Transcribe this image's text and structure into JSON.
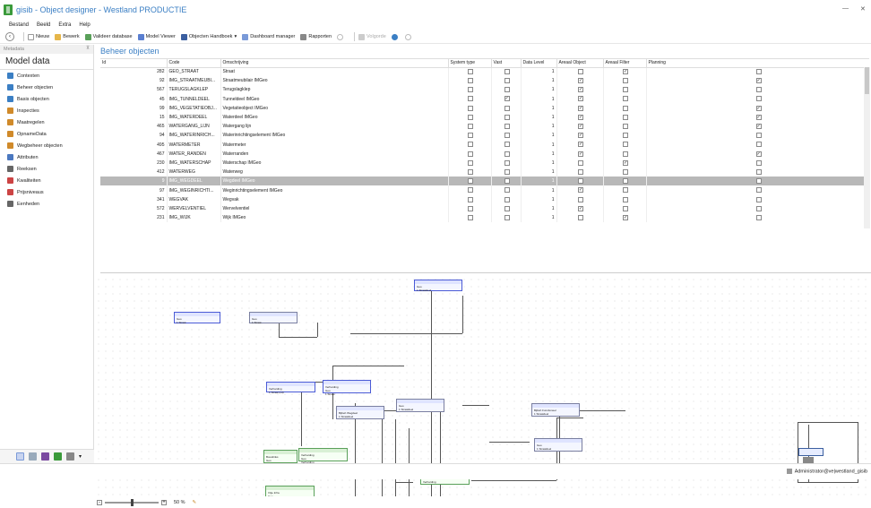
{
  "window": {
    "app_name": "gisib",
    "title": "gisib - Object designer - Westland PRODUCTIE",
    "min_icon": "minimize-icon",
    "close_icon": "close-icon"
  },
  "menu": [
    "Bestand",
    "Beeld",
    "Extra",
    "Help"
  ],
  "toolbar": {
    "back_icon": "back-arrow-icon",
    "new": "Nieuw",
    "edit": "Bewerk",
    "validate": "Valideer database",
    "model_viewer": "Model Viewer",
    "handbook": "Objecten Handboek",
    "dashboard": "Dashboard manager",
    "reports": "Rapporten",
    "next": "Volgorde"
  },
  "sidebar": {
    "header": "Metadata",
    "pin": "⊼",
    "title": "Model data",
    "items": [
      {
        "label": "Contexten",
        "icon": "context-icon",
        "color": "#3b7fc4"
      },
      {
        "label": "Beheer objecten",
        "icon": "objects-icon",
        "color": "#3b7fc4"
      },
      {
        "label": "Basis objecten",
        "icon": "base-objects-icon",
        "color": "#3b7fc4"
      },
      {
        "label": "Inspecties",
        "icon": "inspection-icon",
        "color": "#d08a2a"
      },
      {
        "label": "Maatregelen",
        "icon": "measures-icon",
        "color": "#d08a2a"
      },
      {
        "label": "OpnameData",
        "icon": "survey-icon",
        "color": "#d08a2a"
      },
      {
        "label": "Wegbeheer objecten",
        "icon": "road-objects-icon",
        "color": "#d08a2a"
      },
      {
        "label": "Attributen",
        "icon": "attributes-icon",
        "color": "#4b78c0"
      },
      {
        "label": "Reeksen",
        "icon": "series-icon",
        "color": "#666"
      },
      {
        "label": "Kwaliteiten",
        "icon": "quality-icon",
        "color": "#c44"
      },
      {
        "label": "Prijsniveaus",
        "icon": "price-icon",
        "color": "#c44"
      },
      {
        "label": "Eenheden",
        "icon": "units-icon",
        "color": "#666"
      }
    ]
  },
  "main": {
    "title": "Beheer objecten",
    "columns": [
      "Id",
      "Code",
      "Omschrijving",
      "System type",
      "Vast",
      "Data Level",
      "Areaal Object",
      "Areaal Filter",
      "Planning"
    ],
    "rows": [
      {
        "id": "282",
        "code": "GEO_STRAAT",
        "desc": "Straat",
        "sys": false,
        "vast": false,
        "lvl": "1",
        "ao": false,
        "af": true,
        "pl": false
      },
      {
        "id": "92",
        "code": "IMG_STRAATMEUBI...",
        "desc": "Straatmeubilair IMGeo",
        "sys": false,
        "vast": false,
        "lvl": "1",
        "ao": true,
        "af": false,
        "pl": true
      },
      {
        "id": "567",
        "code": "TERUGSLAGKLEP",
        "desc": "Terugslagklep",
        "sys": false,
        "vast": false,
        "lvl": "1",
        "ao": true,
        "af": false,
        "pl": false
      },
      {
        "id": "45",
        "code": "IMG_TUNNELDEEL",
        "desc": "Tunneldeel IMGeo",
        "sys": false,
        "vast": true,
        "lvl": "1",
        "ao": true,
        "af": false,
        "pl": false
      },
      {
        "id": "99",
        "code": "IMG_VEGETATIEOBJ...",
        "desc": "Vegetatieobject IMGeo",
        "sys": false,
        "vast": false,
        "lvl": "1",
        "ao": true,
        "af": false,
        "pl": true
      },
      {
        "id": "15",
        "code": "IMG_WATERDEEL",
        "desc": "Waterdeel IMGeo",
        "sys": false,
        "vast": false,
        "lvl": "1",
        "ao": true,
        "af": false,
        "pl": true
      },
      {
        "id": "465",
        "code": "WATERGANG_LIJN",
        "desc": "Watergang lijn",
        "sys": false,
        "vast": false,
        "lvl": "1",
        "ao": true,
        "af": false,
        "pl": true
      },
      {
        "id": "94",
        "code": "IMG_WATERINRICH...",
        "desc": "Waterinrichtingselement IMGeo",
        "sys": false,
        "vast": false,
        "lvl": "1",
        "ao": true,
        "af": false,
        "pl": false
      },
      {
        "id": "495",
        "code": "WATERMETER",
        "desc": "Watermeter",
        "sys": false,
        "vast": false,
        "lvl": "1",
        "ao": true,
        "af": false,
        "pl": false
      },
      {
        "id": "467",
        "code": "WATER_RANDEN",
        "desc": "Waterranden",
        "sys": false,
        "vast": false,
        "lvl": "1",
        "ao": true,
        "af": false,
        "pl": true
      },
      {
        "id": "230",
        "code": "IMG_WATERSCHAP",
        "desc": "Waterschap IMGeo",
        "sys": false,
        "vast": false,
        "lvl": "1",
        "ao": false,
        "af": true,
        "pl": false
      },
      {
        "id": "412",
        "code": "WATERWEG",
        "desc": "Waterweg",
        "sys": false,
        "vast": false,
        "lvl": "1",
        "ao": false,
        "af": false,
        "pl": false
      },
      {
        "id": "9",
        "code": "IMG_WEGDEEL",
        "desc": "Wegdeel IMGeo",
        "sys": false,
        "vast": false,
        "lvl": "1",
        "ao": true,
        "af": false,
        "pl": true,
        "selected": true
      },
      {
        "id": "97",
        "code": "IMG_WEGINRICHTI...",
        "desc": "Weginrichtingselement IMGeo",
        "sys": false,
        "vast": false,
        "lvl": "1",
        "ao": true,
        "af": false,
        "pl": false
      },
      {
        "id": "341",
        "code": "WEGVAK",
        "desc": "Wegvak",
        "sys": false,
        "vast": false,
        "lvl": "1",
        "ao": false,
        "af": false,
        "pl": false
      },
      {
        "id": "572",
        "code": "WERVELVENTIEL",
        "desc": "Wervelventiel",
        "sys": false,
        "vast": false,
        "lvl": "1",
        "ao": true,
        "af": false,
        "pl": false
      },
      {
        "id": "231",
        "code": "IMG_WIJK",
        "desc": "Wijk IMGeo",
        "sys": false,
        "vast": false,
        "lvl": "1",
        "ao": false,
        "af": true,
        "pl": false
      }
    ]
  },
  "zoom": {
    "value": 0.5,
    "label": "50 %"
  },
  "status": {
    "user": "Administrator@ve|westland_gisib"
  }
}
